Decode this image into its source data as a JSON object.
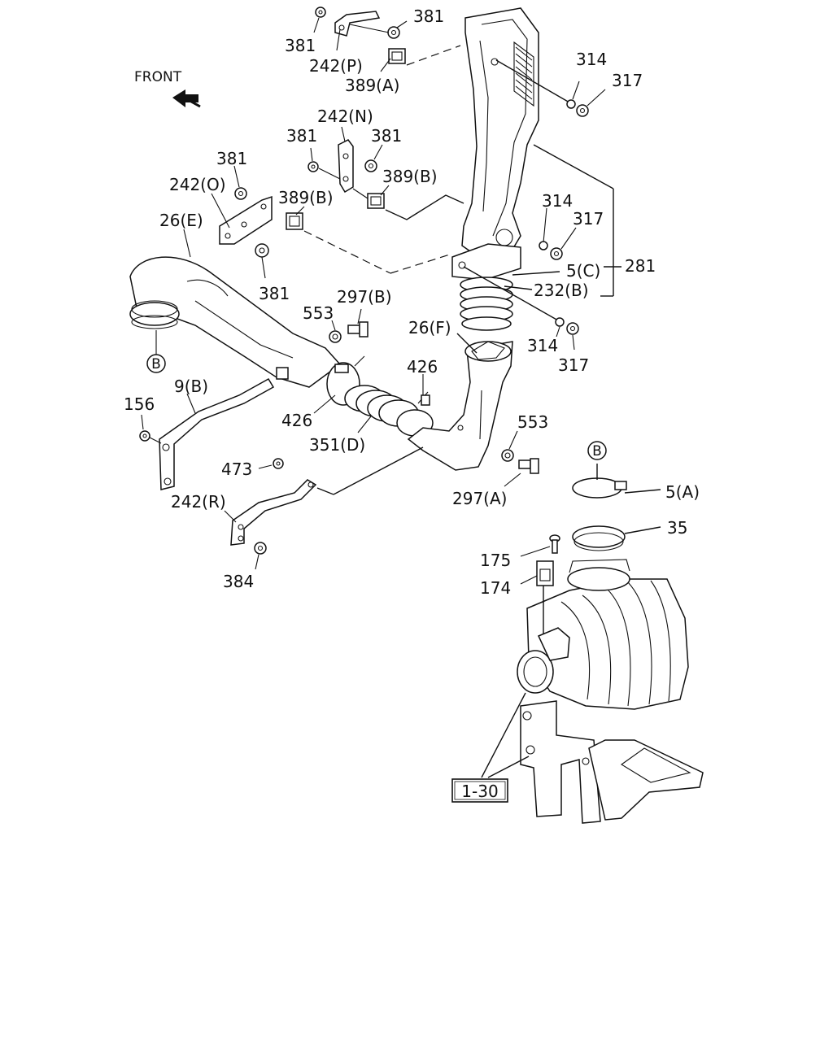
{
  "direction": {
    "front_label": "FRONT",
    "arrow_icon": "front-arrow-icon"
  },
  "callouts": {
    "c381_a": "381",
    "c381_b": "381",
    "c242_p": "242(P)",
    "c389_a": "389(A)",
    "c314_a": "314",
    "c317_a": "317",
    "c242_n": "242(N)",
    "c381_c": "381",
    "c381_d": "381",
    "c389_b1": "389(B)",
    "c381_e": "381",
    "c242_o": "242(O)",
    "c389_b2": "389(B)",
    "c26_e": "26(E)",
    "c314_b": "314",
    "c317_b": "317",
    "c5_c": "5(C)",
    "c281": "281",
    "c232_b": "232(B)",
    "c381_f": "381",
    "c297_b": "297(B)",
    "c553_a": "553",
    "c26_f": "26(F)",
    "c314_c": "314",
    "c317_c": "317",
    "c9_b": "9(B)",
    "c426_a": "426",
    "c156": "156",
    "c426_b": "426",
    "c553_b": "553",
    "c351_d": "351(D)",
    "c473": "473",
    "c297_a": "297(A)",
    "c242_r": "242(R)",
    "c5_a": "5(A)",
    "c35": "35",
    "c175": "175",
    "c174": "174",
    "c384": "384",
    "c1_30": "1-30"
  },
  "connectors": {
    "b_top": "B",
    "b_left": "B"
  }
}
